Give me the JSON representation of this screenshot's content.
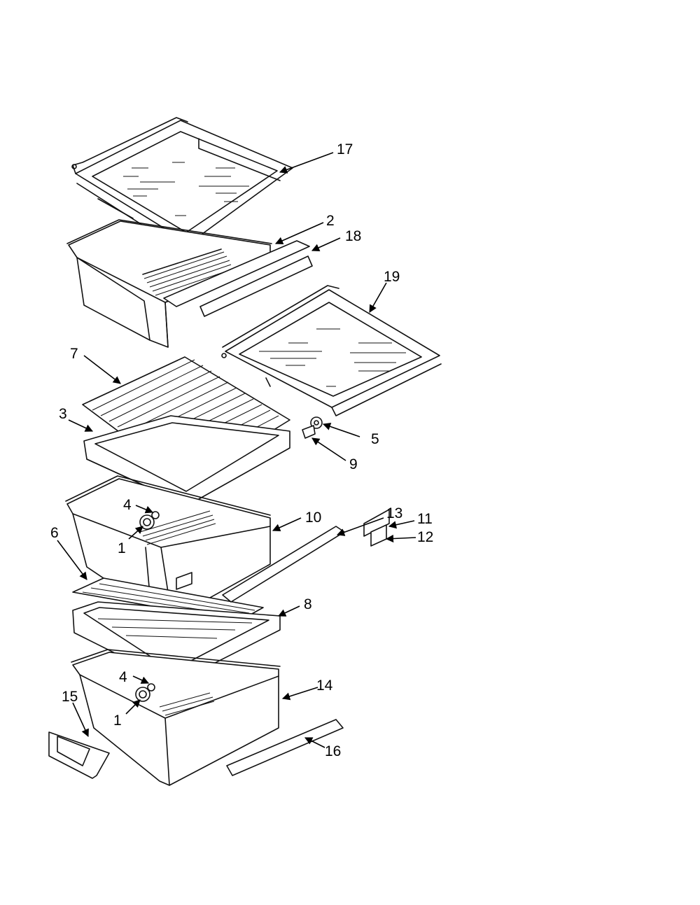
{
  "diagram": {
    "callouts": [
      {
        "id": "17",
        "text": "17"
      },
      {
        "id": "2",
        "text": "2"
      },
      {
        "id": "18",
        "text": "18"
      },
      {
        "id": "19",
        "text": "19"
      },
      {
        "id": "7",
        "text": "7"
      },
      {
        "id": "3",
        "text": "3"
      },
      {
        "id": "5",
        "text": "5"
      },
      {
        "id": "9",
        "text": "9"
      },
      {
        "id": "4a",
        "text": "4"
      },
      {
        "id": "1a",
        "text": "1"
      },
      {
        "id": "10",
        "text": "10"
      },
      {
        "id": "13",
        "text": "13"
      },
      {
        "id": "11",
        "text": "11"
      },
      {
        "id": "12",
        "text": "12"
      },
      {
        "id": "6",
        "text": "6"
      },
      {
        "id": "8",
        "text": "8"
      },
      {
        "id": "4b",
        "text": "4"
      },
      {
        "id": "14",
        "text": "14"
      },
      {
        "id": "15",
        "text": "15"
      },
      {
        "id": "1b",
        "text": "1"
      },
      {
        "id": "16",
        "text": "16"
      }
    ]
  }
}
